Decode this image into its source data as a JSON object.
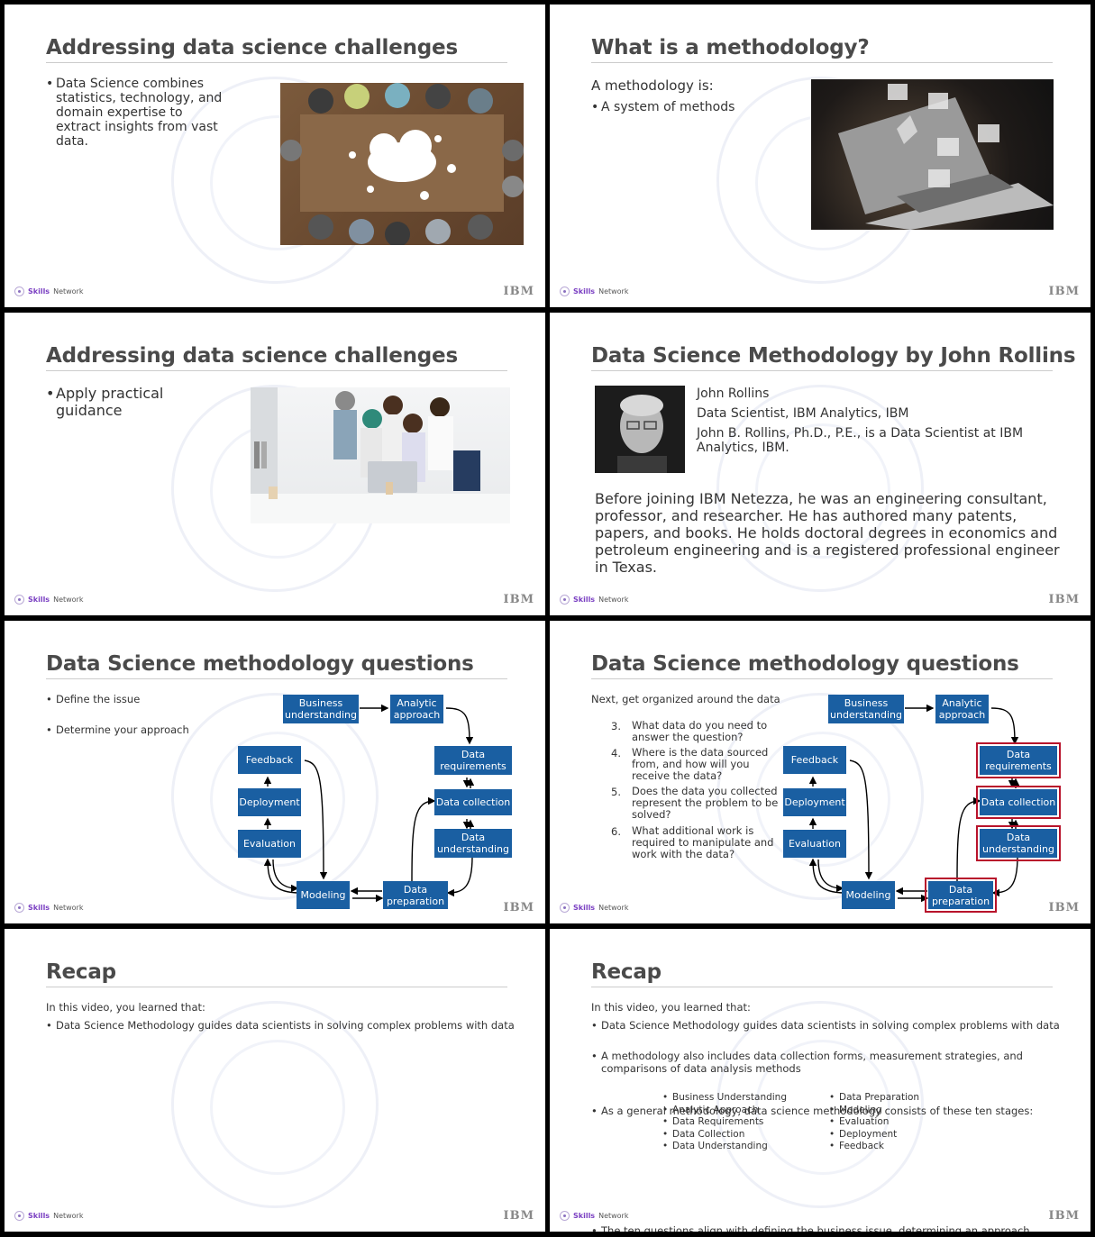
{
  "footer": {
    "brand_bold": "Skills",
    "brand_rest": "Network",
    "ibm": "IBM"
  },
  "s1": {
    "title": "Addressing data science challenges",
    "bullets": [
      "Data Science combines statistics, technology, and domain expertise to extract insights from vast data."
    ]
  },
  "s2": {
    "title": "What is a methodology?",
    "intro": "A methodology is:",
    "bullets": [
      "A system of methods"
    ]
  },
  "s3": {
    "title": "Addressing data science challenges",
    "bullets": [
      "Apply practical guidance"
    ]
  },
  "s4": {
    "title": "Data Science Methodology by John Rollins",
    "name": "John Rollins",
    "role": "Data Scientist, IBM Analytics, IBM",
    "desc": "John B. Rollins, Ph.D., P.E., is a Data Scientist at IBM Analytics, IBM.",
    "bio": "Before joining IBM Netezza, he was an engineering consultant, professor, and researcher. He has authored many patents, papers, and books. He holds doctoral degrees in economics and petroleum engineering and is a registered professional engineer in Texas."
  },
  "s5": {
    "title": "Data Science methodology questions",
    "bullets": [
      "Define the issue",
      "Determine your approach"
    ]
  },
  "s6": {
    "title": "Data Science methodology questions",
    "intro": "Next, get organized around the data",
    "questions": [
      {
        "num": "3.",
        "text": "What data do you need to answer the question?"
      },
      {
        "num": "4.",
        "text": "Where is the data sourced from, and how will you receive the data?"
      },
      {
        "num": "5.",
        "text": "Does the data you collected represent the problem to be solved?"
      },
      {
        "num": "6.",
        "text": "What additional work is required to manipulate and work with the data?"
      }
    ]
  },
  "diagram": {
    "business": "Business understanding",
    "analytic": "Analytic approach",
    "requirements": "Data requirements",
    "collection": "Data collection",
    "understanding": "Data understanding",
    "preparation": "Data preparation",
    "modeling": "Modeling",
    "evaluation": "Evaluation",
    "deployment": "Deployment",
    "feedback": "Feedback"
  },
  "s7": {
    "title": "Recap",
    "intro": "In this video, you learned that:",
    "bullets": [
      "Data Science Methodology guides data scientists in solving complex problems with data"
    ]
  },
  "s8": {
    "title": "Recap",
    "intro": "In this video, you learned that:",
    "bullets": [
      "Data Science Methodology guides data scientists in solving complex problems with data",
      "A methodology also includes data collection forms, measurement strategies, and comparisons of data analysis methods",
      "As a general methodology, data science methodology consists of these ten stages:"
    ],
    "stages_left": [
      "Business Understanding",
      "Analytic Approach",
      "Data Requirements",
      "Data Collection",
      "Data Understanding"
    ],
    "stages_right": [
      "Data Preparation",
      "Modeling",
      "Evaluation",
      "Deployment",
      "Feedback"
    ],
    "final": "The ten questions align with defining the business issue, determining an approach, organizing your data, and validating your approach for the final data design"
  }
}
